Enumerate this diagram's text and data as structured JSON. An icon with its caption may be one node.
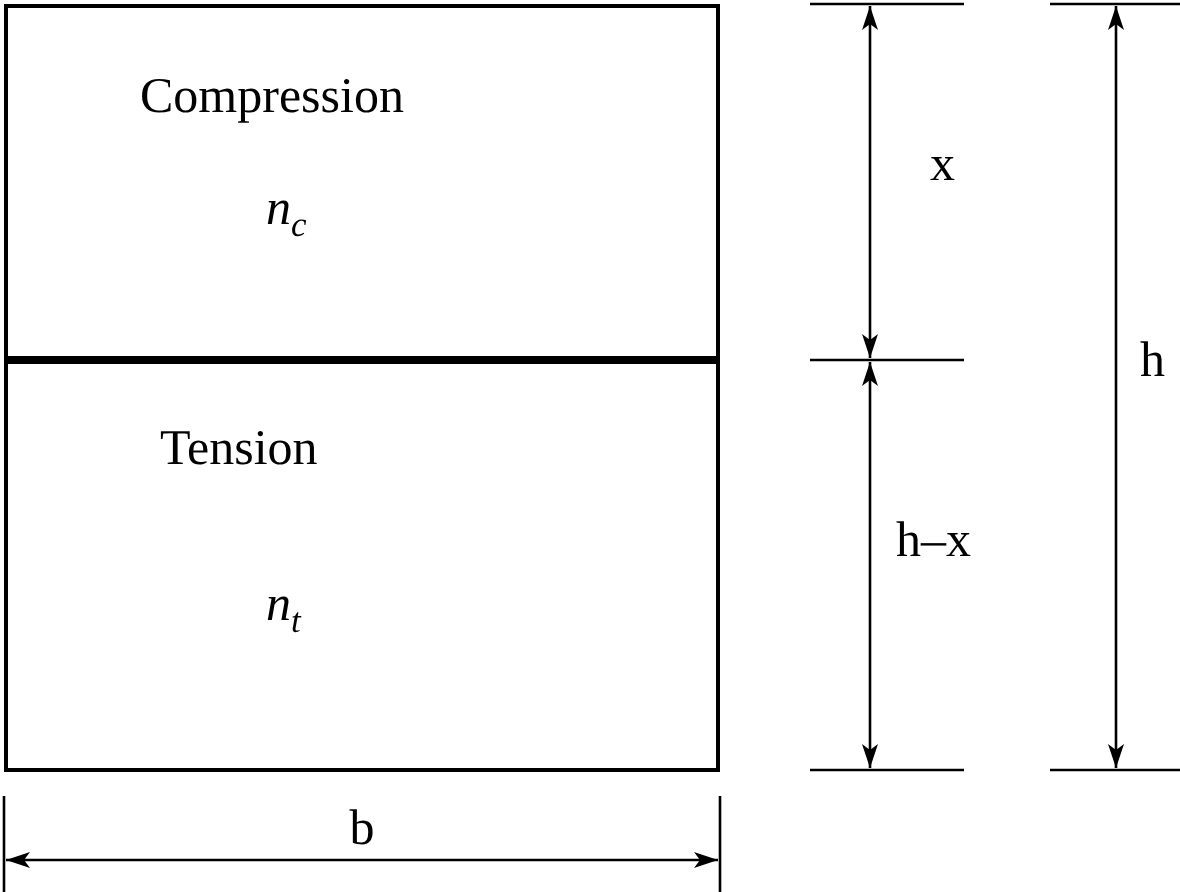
{
  "diagram": {
    "nodes": [
      {
        "text": [
          "Compression",
          "*n*$_{c}$"
        ]
      },
      {
        "text": [
          "Tension",
          "*n*$_{t}$"
        ]
      }
    ],
    "labels": [
      "x",
      "h–x",
      "h",
      "b"
    ]
  }
}
